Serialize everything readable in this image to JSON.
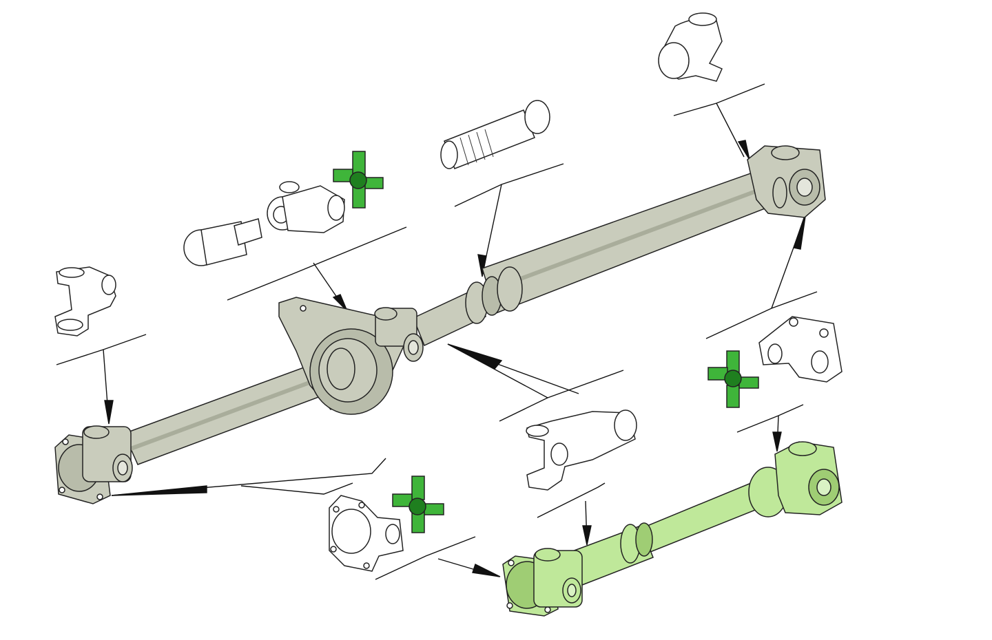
{
  "diagram": {
    "description_free": true,
    "colors": {
      "shaft_gray": "#c9ccbc",
      "shaft_gray_dark": "#a9ad9b",
      "front_shaft_green": "#bfe89a",
      "front_shaft_green_dark": "#9fcd74",
      "ujoint_green": "#3fb53a",
      "ujoint_green_dark": "#1f7f1f",
      "part_outline": "#222222",
      "part_fill": "#ffffff",
      "background": "#ffffff"
    },
    "icons": [
      "rear-drive-shaft-assembly",
      "center-support-bearing",
      "front-drive-shaft-assembly",
      "universal-joint-cross",
      "end-yoke",
      "flange-yoke",
      "slip-yoke",
      "stub-shaft",
      "double-cardan-centering-yoke",
      "leader-arrow"
    ]
  }
}
